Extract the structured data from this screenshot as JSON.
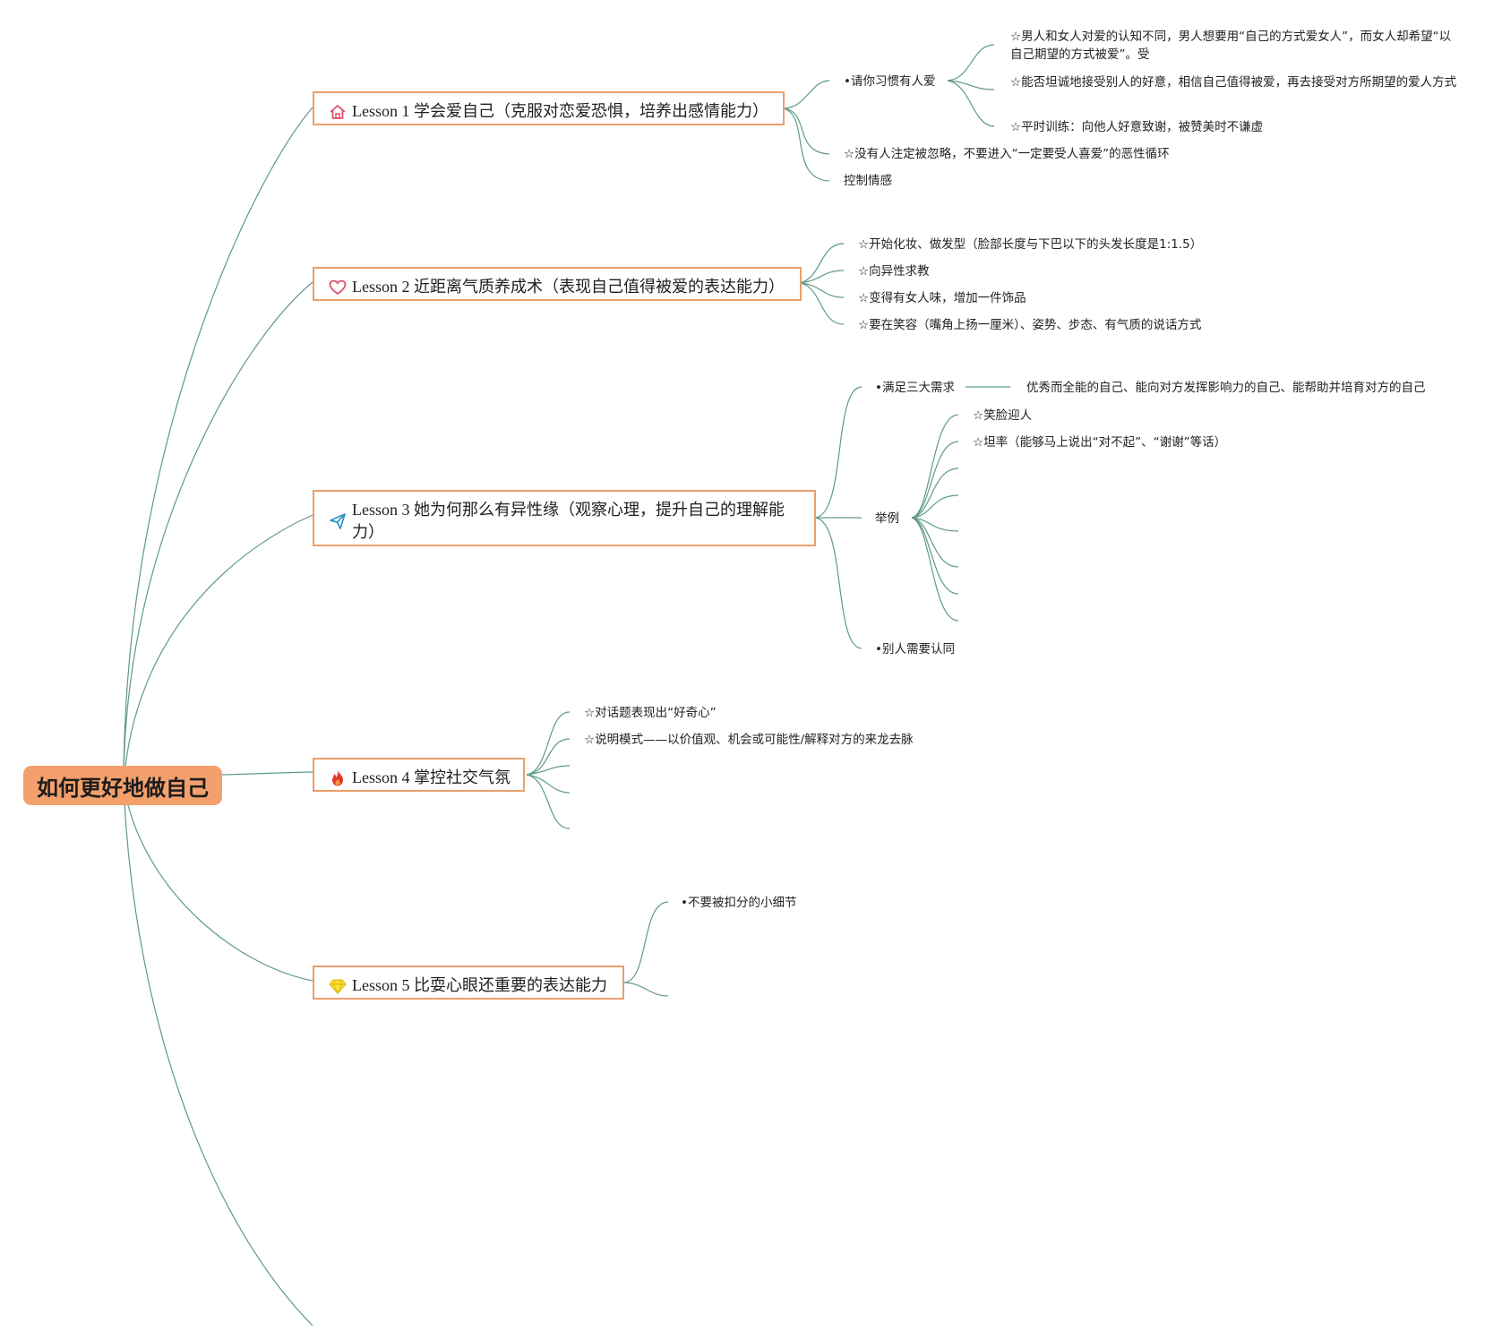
{
  "root": {
    "title": "如何更好地做自己"
  },
  "lessons": [
    {
      "title": "Lesson 1 学会爱自己（克服对恋爱恐惧，培养出感情能力）",
      "icon": "house-icon",
      "children": [
        {
          "text": "•请你习惯有人爱",
          "children": [
            {
              "text": "☆男人和女人对爱的认知不同，男人想要用“自己的方式爱女人”，而女人却希望“以自己期望的方式被爱”。受"
            },
            {
              "text": "☆能否坦诚地接受别人的好意，相信自己值得被爱，再去接受对方所期望的爱人方式"
            },
            {
              "text": "☆平时训练：向他人好意致谢，被赞美时不谦虚"
            }
          ]
        },
        {
          "text": "☆没有人注定被忽略，不要进入“一定要受人喜爱”的恶性循环"
        },
        {
          "text": "控制情感"
        }
      ]
    },
    {
      "title": "Lesson 2 近距离气质养成术（表现自己值得被爱的表达能力）",
      "icon": "heart-icon",
      "children": [
        {
          "text": "☆开始化妆、做发型（脸部长度与下巴以下的头发长度是1:1.5）"
        },
        {
          "text": "☆向异性求教"
        },
        {
          "text": "☆变得有女人味，增加一件饰品"
        },
        {
          "text": "☆要在笑容（嘴角上扬一厘米）、姿势、步态、有气质的说话方式"
        }
      ]
    },
    {
      "title": "Lesson 3 她为何那么有异性缘（观察心理，提升自己的理解能力）",
      "icon": "paper-plane-icon",
      "children": [
        {
          "text": "•满足三大需求",
          "children": [
            {
              "text": "优秀而全能的自己、能向对方发挥影响力的自己、能帮助并培育对方的自己"
            }
          ]
        },
        {
          "text": "举例",
          "children": [
            {
              "text": "☆笑脸迎人"
            },
            {
              "text": "☆坦率（能够马上说出“对不起”、“谢谢”等话）"
            },
            {
              "text": ""
            },
            {
              "text": ""
            },
            {
              "text": ""
            },
            {
              "text": ""
            },
            {
              "text": ""
            },
            {
              "text": ""
            }
          ]
        },
        {
          "text": "•别人需要认同"
        }
      ]
    },
    {
      "title": "Lesson 4 掌控社交气氛",
      "icon": "fire-icon",
      "children": [
        {
          "text": "☆对话题表现出“好奇心”"
        },
        {
          "text": "☆说明模式——以价值观、机会或可能性/解释对方的来龙去脉"
        },
        {
          "text": ""
        },
        {
          "text": ""
        },
        {
          "text": ""
        }
      ]
    },
    {
      "title": "Lesson 5 比耍心眼还重要的表达能力",
      "icon": "diamond-icon",
      "children": [
        {
          "text": "•不要被扣分的小细节"
        },
        {
          "text": ""
        }
      ]
    }
  ],
  "colors": {
    "root_fill": "#f4a06c",
    "lesson_border": "#e9a06b",
    "connector": "#5f9a86"
  }
}
